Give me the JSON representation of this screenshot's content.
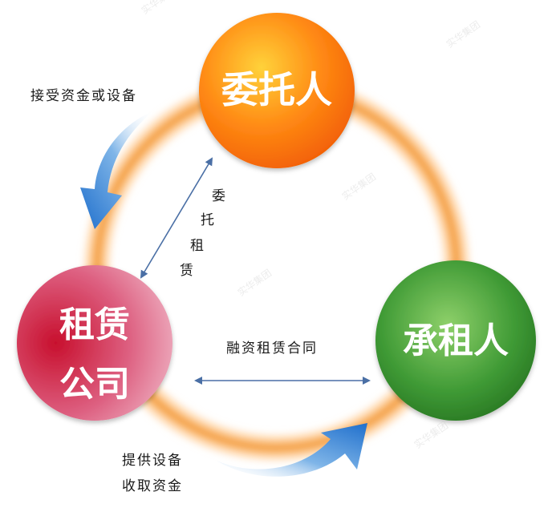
{
  "nodes": {
    "trustor": "委托人",
    "leasing_company_line1": "租赁",
    "leasing_company_line2": "公司",
    "lessee": "承租人"
  },
  "relations": {
    "trust_lease_chars": [
      "委",
      "托",
      "租",
      "赁"
    ],
    "finance_lease_contract": "融资租赁合同",
    "receive_funds_or_equipment": "接受资金或设备",
    "provide_equipment": "提供设备",
    "collect_funds": "收取资金"
  },
  "colors": {
    "ring": "#f39a3a",
    "trustor": "#f57a12",
    "leasing_company": "#d63a5a",
    "lessee": "#3f9a35",
    "arrow_blue": "#2f7fd0",
    "connector": "#4a6fa5"
  },
  "watermark": "实华集团"
}
